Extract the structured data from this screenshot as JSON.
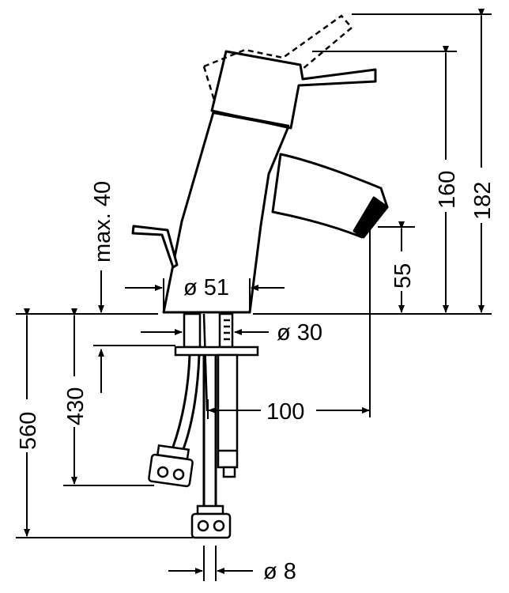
{
  "drawing": {
    "subject": "single-lever basin mixer",
    "line_color": "#000000",
    "background_color": "#ffffff"
  },
  "labels": {
    "max40": "max. 40",
    "d51": "ø 51",
    "d30": "ø 30",
    "d100": "100",
    "d55": "55",
    "d160": "160",
    "d182": "182",
    "d430": "430",
    "d560": "560",
    "d8": "ø 8"
  }
}
